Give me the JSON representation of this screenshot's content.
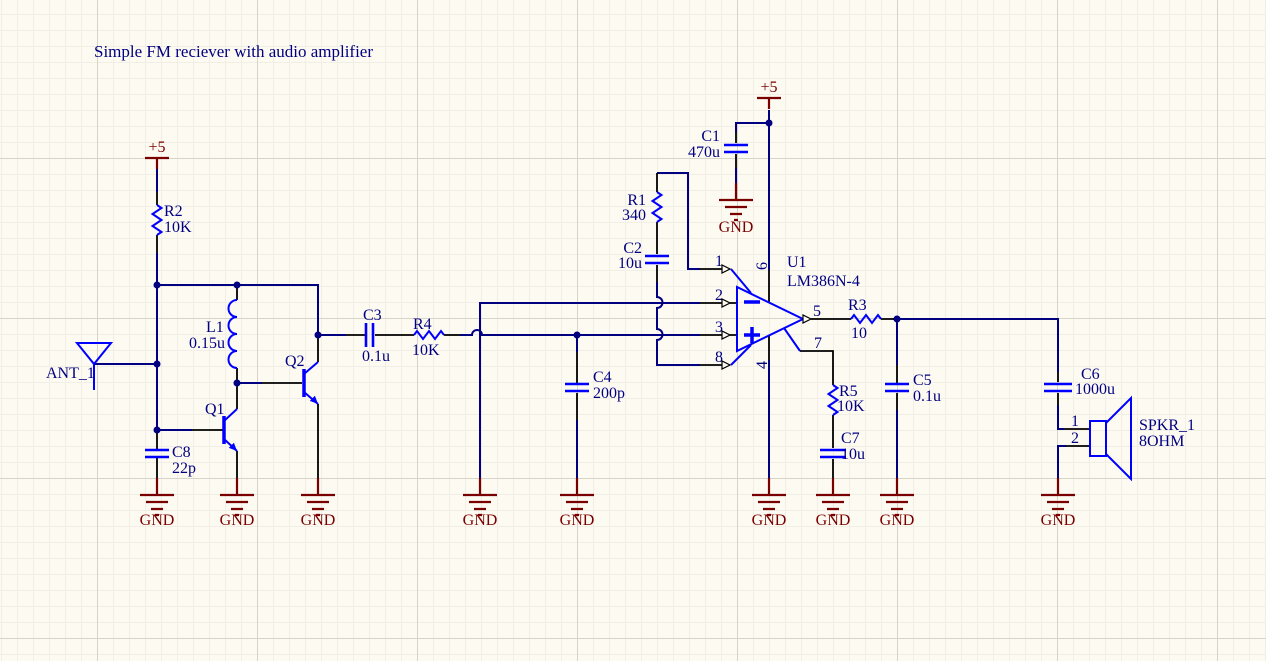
{
  "title": "Simple FM reciever with audio amplifier",
  "power": {
    "vcc_label": "+5",
    "gnd_label": "GND"
  },
  "components": {
    "ANT_1": {
      "ref": "ANT_1"
    },
    "R2": {
      "ref": "R2",
      "value": "10K"
    },
    "C8": {
      "ref": "C8",
      "value": "22p"
    },
    "L1": {
      "ref": "L1",
      "value": "0.15u"
    },
    "Q1": {
      "ref": "Q1"
    },
    "Q2": {
      "ref": "Q2"
    },
    "C3": {
      "ref": "C3",
      "value": "0.1u"
    },
    "R4": {
      "ref": "R4",
      "value": "10K"
    },
    "C4": {
      "ref": "C4",
      "value": "200p"
    },
    "R1": {
      "ref": "R1",
      "value": "340"
    },
    "C2": {
      "ref": "C2",
      "value": "10u"
    },
    "C1": {
      "ref": "C1",
      "value": "470u"
    },
    "U1": {
      "ref": "U1",
      "value": "LM386N-4",
      "pins": {
        "gain1": "1",
        "in_minus": "2",
        "in_plus": "3",
        "gain8": "8",
        "out": "5",
        "bypass": "7",
        "vcc": "6",
        "gnd": "4"
      }
    },
    "R3": {
      "ref": "R3",
      "value": "10"
    },
    "R5": {
      "ref": "R5",
      "value": "10K"
    },
    "C7": {
      "ref": "C7",
      "value": "10u"
    },
    "C5": {
      "ref": "C5",
      "value": "0.1u"
    },
    "C6": {
      "ref": "C6",
      "value": "1000u"
    },
    "SPKR_1": {
      "ref": "SPKR_1",
      "value": "8OHM",
      "pins": {
        "p1": "1",
        "p2": "2"
      }
    }
  },
  "colors": {
    "wire": "#000080",
    "component": "#0000FF",
    "pin": "#000000",
    "power": "#7A0000",
    "text": "#000080",
    "background": "#FDFAF2",
    "grid_minor": "#F1EEE6",
    "grid_major": "#D7D4CA"
  }
}
